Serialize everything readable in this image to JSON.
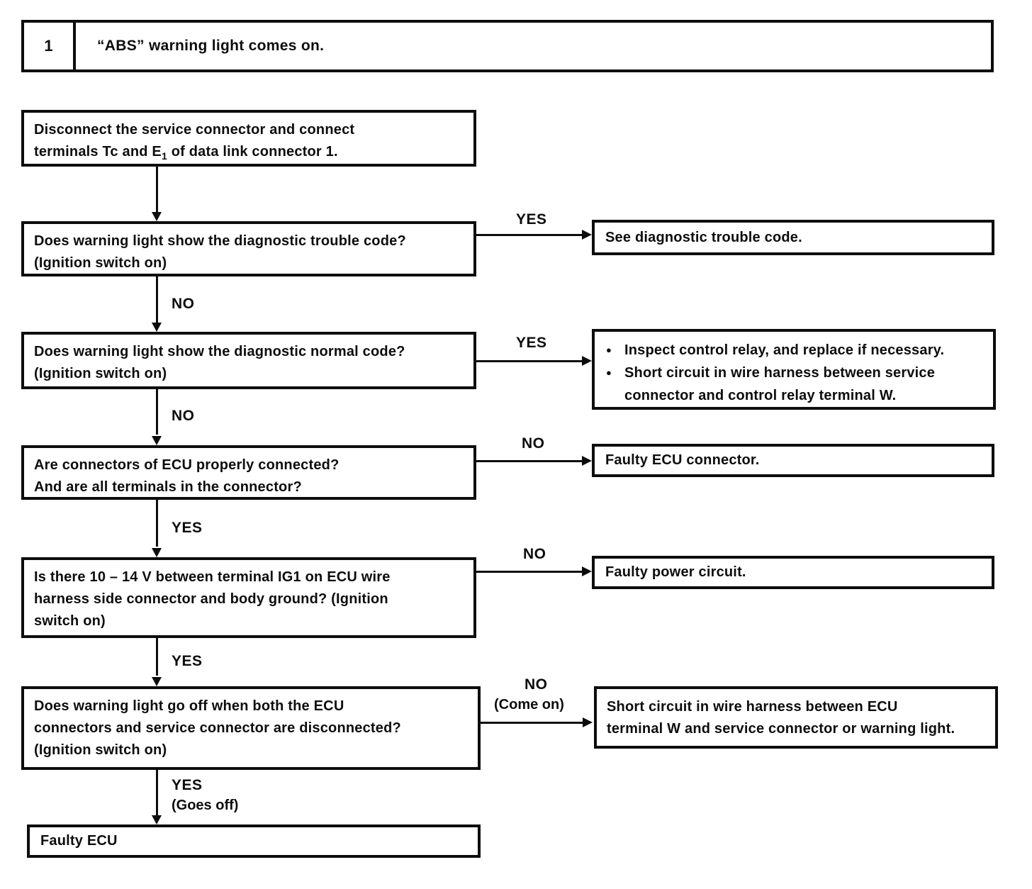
{
  "colors": {
    "ink": "#0d0d0d",
    "background": "#ffffff"
  },
  "glyphs": {
    "bullet": "●"
  },
  "header": {
    "step_number": "1",
    "title": "“ABS” warning light comes on."
  },
  "nodes": {
    "start": {
      "line1": "Disconnect the service connector and connect",
      "line2_pre": "terminals Tc and E",
      "line2_sub": "1",
      "line2_post": " of data link connector 1."
    },
    "q_trouble_code": {
      "lines": [
        "Does warning light show the diagnostic trouble code?",
        "(Ignition switch on)"
      ]
    },
    "q_normal_code": {
      "lines": [
        "Does warning light show the diagnostic normal code?",
        "(Ignition switch on)"
      ]
    },
    "q_ecu_connectors": {
      "lines": [
        "Are connectors of ECU properly connected?",
        "And are all terminals in the connector?"
      ]
    },
    "q_voltage": {
      "lines": [
        "Is there 10 – 14 V between terminal IG1 on ECU wire",
        "harness side connector and body ground? (Ignition",
        "switch on)"
      ]
    },
    "q_light_off": {
      "lines": [
        "Does warning light go off when both the ECU",
        "connectors and service connector are disconnected?",
        "(Ignition switch on)"
      ]
    }
  },
  "results": {
    "see_trouble_code": "See diagnostic trouble code.",
    "relay": {
      "bullets": [
        {
          "lines": [
            "Inspect control relay, and replace if necessary."
          ]
        },
        {
          "lines": [
            "Short circuit in wire harness between service",
            "connector and control relay terminal W."
          ]
        }
      ]
    },
    "faulty_ecu_connector": "Faulty ECU connector.",
    "faulty_power_circuit": "Faulty power circuit.",
    "short_circuit": {
      "lines": [
        "Short circuit in wire harness between ECU",
        "terminal W and service connector or warning light."
      ]
    },
    "faulty_ecu": "Faulty ECU"
  },
  "edges": {
    "trouble_yes": {
      "label": "YES"
    },
    "trouble_no": {
      "label": "NO"
    },
    "normal_yes": {
      "label": "YES"
    },
    "normal_no": {
      "label": "NO"
    },
    "connectors_no": {
      "label": "NO"
    },
    "connectors_yes": {
      "label": "YES"
    },
    "voltage_no": {
      "label": "NO"
    },
    "voltage_yes": {
      "label": "YES"
    },
    "lightoff_no": {
      "label": "NO",
      "sublabel": "(Come on)"
    },
    "lightoff_yes": {
      "label": "YES",
      "sublabel": "(Goes off)"
    }
  }
}
